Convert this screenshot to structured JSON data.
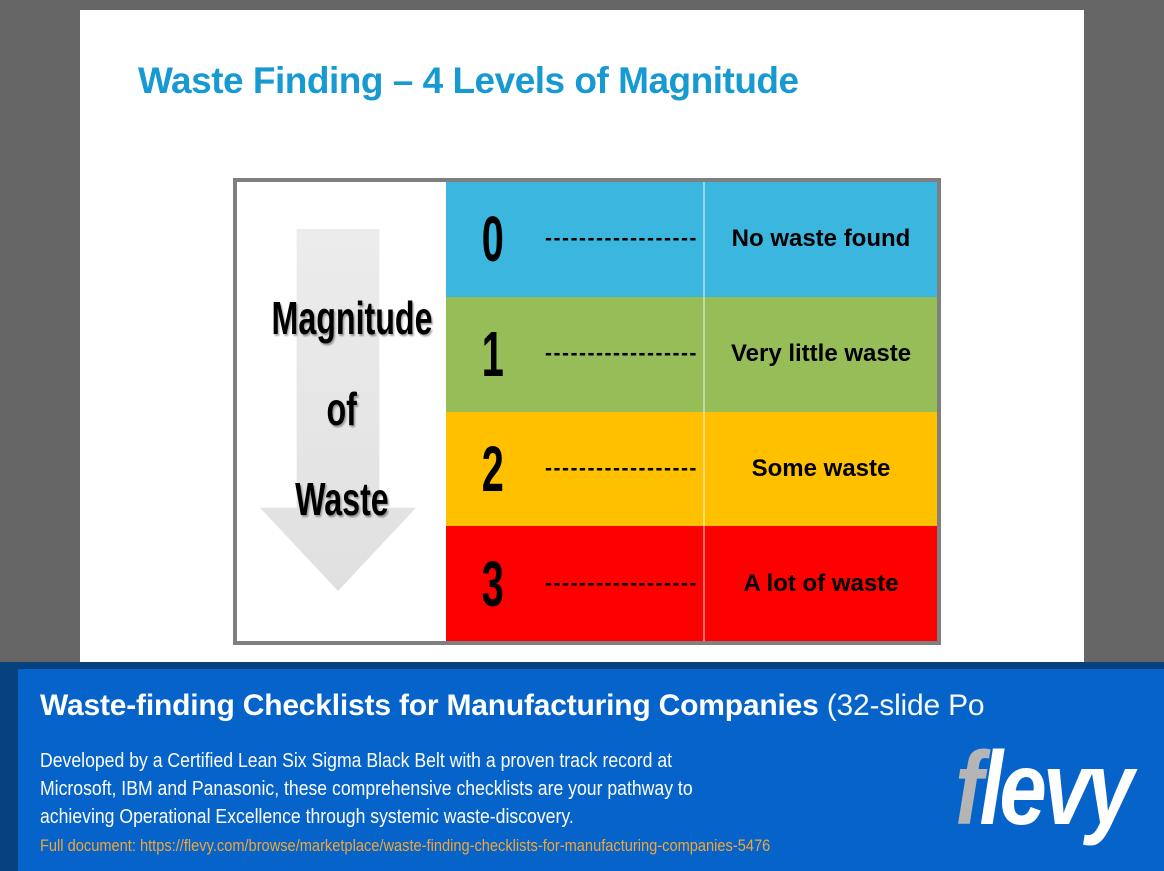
{
  "colors": {
    "page_bg": "#666666",
    "slide_bg": "#ffffff",
    "slide_title": "#1799D1",
    "table_border": "#7f7f7f",
    "footer_border_bg": "#07427F",
    "footer_bg": "#0563C9",
    "footer_text": "#ffffff",
    "link": "#EFA73C",
    "logo_f": "#b5b5b5",
    "logo_levy": "#ffffff"
  },
  "slide": {
    "title": "Waste Finding – 4 Levels of Magnitude",
    "arrow": {
      "line1": "Magnitude",
      "line2": "of",
      "line3": "Waste"
    },
    "rows": [
      {
        "level": "0",
        "dashes": "------------------",
        "label": "No waste found",
        "color": "#3BB7DF"
      },
      {
        "level": "1",
        "dashes": "------------------",
        "label": "Very little waste",
        "color": "#96BD58"
      },
      {
        "level": "2",
        "dashes": "------------------",
        "label": "Some waste",
        "color": "#FFC000"
      },
      {
        "level": "3",
        "dashes": "------------------",
        "label": "A lot of waste",
        "color": "#FE0000"
      }
    ]
  },
  "footer": {
    "title": "Waste-finding Checklists for Manufacturing Companies",
    "title_suffix": " (32-slide Po",
    "description_lines": [
      "Developed by a Certified Lean Six Sigma Black Belt with a proven track record at",
      "Microsoft, IBM and Panasonic, these comprehensive checklists are your pathway to",
      "achieving Operational Excellence through systemic waste-discovery."
    ],
    "link_label": "Full document: ",
    "link_url": "https://flevy.com/browse/marketplace/waste-finding-checklists-for-manufacturing-companies-5476",
    "logo_f": "f",
    "logo_levy": "levy"
  }
}
